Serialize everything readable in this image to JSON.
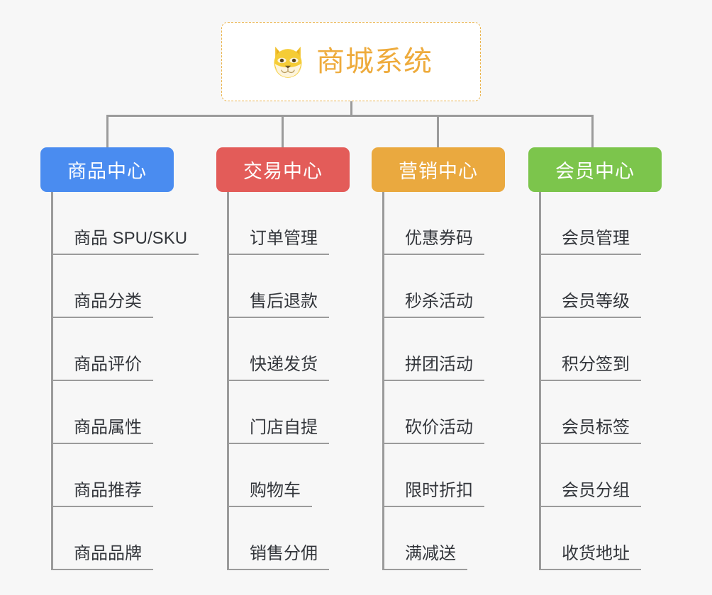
{
  "diagram": {
    "title": "商城系统",
    "root": {
      "label": "商城系统",
      "icon": "shiba-dog-emoji",
      "text_color": "#eeab3c",
      "border_color": "#eab44e",
      "background": "#ffffff"
    },
    "background_color": "#f7f7f7",
    "connector_color": "#9b9b9b",
    "branches": [
      {
        "id": "product-center",
        "label": "商品中心",
        "color": "#4a8cf0",
        "items": [
          "商品 SPU/SKU",
          "商品分类",
          "商品评价",
          "商品属性",
          "商品推荐",
          "商品品牌"
        ]
      },
      {
        "id": "trade-center",
        "label": "交易中心",
        "color": "#e35c59",
        "items": [
          "订单管理",
          "售后退款",
          "快递发货",
          "门店自提",
          "购物车",
          "销售分佣"
        ]
      },
      {
        "id": "marketing-center",
        "label": "营销中心",
        "color": "#eaa93f",
        "items": [
          "优惠券码",
          "秒杀活动",
          "拼团活动",
          "砍价活动",
          "限时折扣",
          "满减送"
        ]
      },
      {
        "id": "member-center",
        "label": "会员中心",
        "color": "#7cc54c",
        "items": [
          "会员管理",
          "会员等级",
          "积分签到",
          "会员标签",
          "会员分组",
          "收货地址"
        ]
      }
    ]
  }
}
